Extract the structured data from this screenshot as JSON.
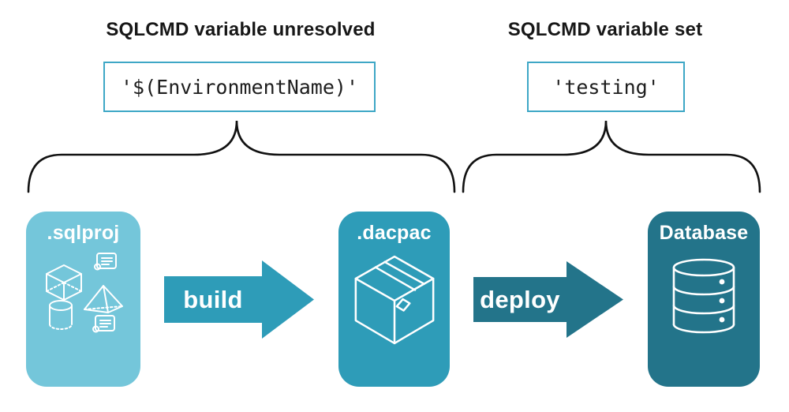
{
  "annotations": {
    "left": {
      "title": "SQLCMD variable unresolved",
      "code": "'$(EnvironmentName)'"
    },
    "right": {
      "title": "SQLCMD variable set",
      "code": "'testing'"
    }
  },
  "pipeline": {
    "stages": [
      {
        "name": ".sqlproj",
        "icon": "sql-source-objects-icon",
        "color": "#74C6DA"
      },
      {
        "name": ".dacpac",
        "icon": "package-box-icon",
        "color": "#2E9CB8"
      },
      {
        "name": "Database",
        "icon": "database-cylinder-icon",
        "color": "#23748A"
      }
    ],
    "arrows": [
      {
        "label": "build",
        "color": "#2E9CB8"
      },
      {
        "label": "deploy",
        "color": "#23748A"
      }
    ]
  },
  "colors": {
    "background": "#ffffff",
    "heading_text": "#171717",
    "code_text": "#1d1d1d",
    "code_box_border": "#3EA7C6",
    "brace_stroke": "#111111",
    "icon_stroke": "#ffffff"
  }
}
